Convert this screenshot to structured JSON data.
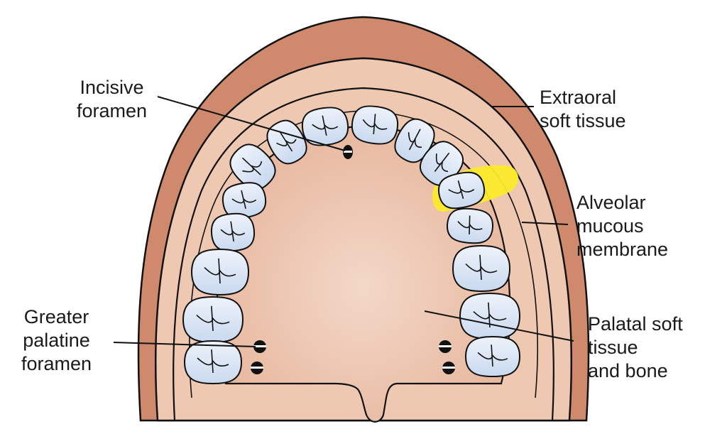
{
  "labels": {
    "incisive_foramen": [
      "Incisive",
      "foramen"
    ],
    "greater_palatine_foramen": [
      "Greater",
      "palatine",
      "foramen"
    ],
    "extraoral_soft_tissue": [
      "Extraoral",
      "soft tissue"
    ],
    "alveolar_mucous_membrane": [
      "Alveolar",
      "mucous",
      "membrane"
    ],
    "palatal_soft_tissue_and_bone": [
      "Palatal soft",
      "tissue",
      "and bone"
    ]
  },
  "colors": {
    "extraoral": "#cf8a6e",
    "alveolar": "#efc8b2",
    "palate_center": "#f3d8c8",
    "palate_edge": "#e8b89f",
    "tooth_fill": "#eef3fb",
    "tooth_shade": "#c9d9ef",
    "highlight": "#fbea2a",
    "outline": "#111111"
  }
}
